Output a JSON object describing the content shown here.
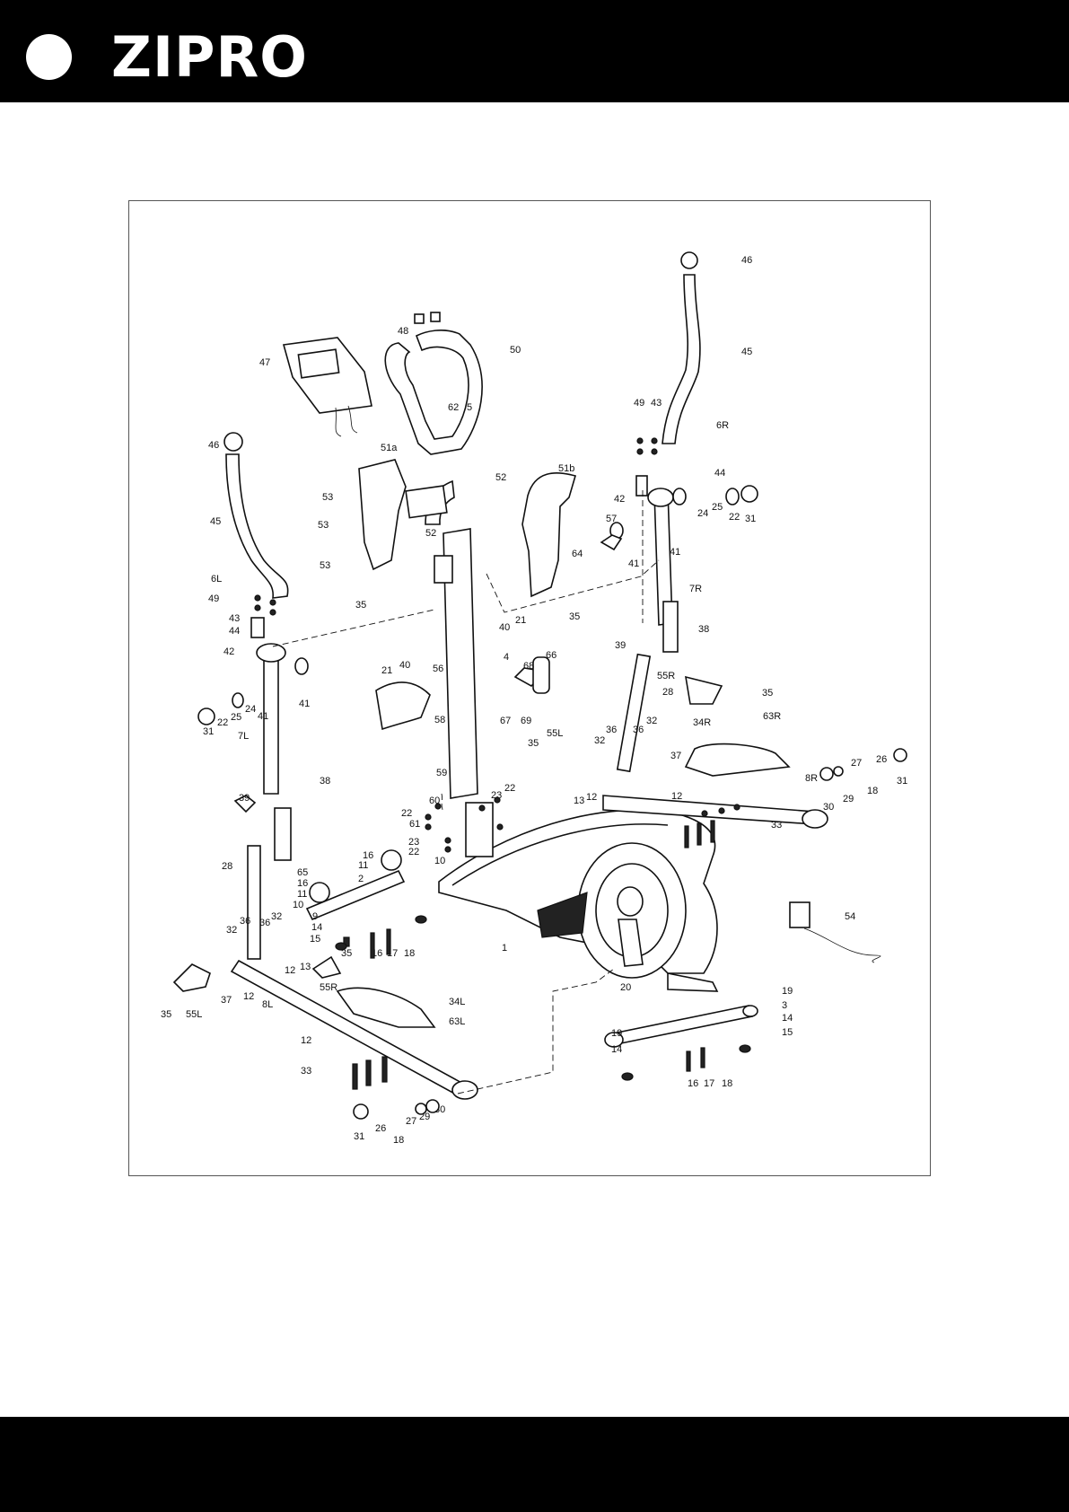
{
  "header": {
    "brand": "ZIPRO"
  },
  "diagram": {
    "labels": {
      "p46a": "46",
      "p45a": "45",
      "p6r": "6R",
      "p49a": "49",
      "p43a": "43",
      "p44a": "44",
      "p48": "48",
      "p50": "50",
      "p47": "47",
      "p62": "62",
      "p5": "5",
      "p46b": "46",
      "p45b": "45",
      "p6l": "6L",
      "p49b": "49",
      "p43b": "43",
      "p44b": "44",
      "p51a": "51a",
      "p51b": "51b",
      "p52a": "52",
      "p52b": "52",
      "p53a": "53",
      "p53b": "53",
      "p53c": "53",
      "p35a": "35",
      "p42a": "42",
      "p42b": "42",
      "p57": "57",
      "p41a": "41",
      "p41b": "41",
      "p24a": "24",
      "p25a": "25",
      "p22a": "22",
      "p31a": "31",
      "p64": "64",
      "p35b": "35",
      "p7r": "7R",
      "p38a": "38",
      "p39a": "39",
      "p40a": "40",
      "p21a": "21",
      "p21b": "21",
      "p40b": "40",
      "p56": "56",
      "p4": "4",
      "p66": "66",
      "p68": "68",
      "p67": "67",
      "p69": "69",
      "p58": "58",
      "p31b": "31",
      "p22b": "22",
      "p25b": "25",
      "p24b": "24",
      "p41c": "41",
      "p41d": "41",
      "p7l": "7L",
      "p39b": "39",
      "p38b": "38",
      "p55ra": "55R",
      "p35c": "35",
      "p28a": "28",
      "p34r": "34R",
      "p63r": "63R",
      "p36a": "36",
      "p32a": "32",
      "p36b": "36",
      "p32b": "32",
      "p37a": "37",
      "p55la": "55L",
      "p35d": "35",
      "p13a": "13",
      "p12a": "12",
      "p8r": "8R",
      "p27a": "27",
      "p26a": "26",
      "p31c": "31",
      "p30a": "30",
      "p29a": "29",
      "p18a": "18",
      "p12b": "12",
      "p33a": "33",
      "p59": "59",
      "p60": "60",
      "p23a": "23",
      "p22c": "22",
      "p22d": "22",
      "p61": "61",
      "p23b": "23",
      "p22e": "22",
      "p10a": "10",
      "p16a": "16",
      "p11a": "11",
      "p28b": "28",
      "p65": "65",
      "p16b": "16",
      "p11b": "11",
      "p10b": "10",
      "p2": "2",
      "p9": "9",
      "p14a": "14",
      "p15a": "15",
      "p16c": "16",
      "p17a": "17",
      "p18b": "18",
      "p1": "1",
      "p54": "54",
      "p36c": "36",
      "p32c": "32",
      "p32d": "32",
      "p36d": "36",
      "p12c": "12",
      "p13b": "13",
      "p35e": "35",
      "p55rb": "55R",
      "p35f": "35",
      "p55lb": "55L",
      "p37b": "37",
      "p12d": "12",
      "p8l": "8L",
      "p34l": "34L",
      "p63l": "63L",
      "p12e": "12",
      "p33b": "33",
      "p20": "20",
      "p19a": "19",
      "p3": "3",
      "p14b": "14",
      "p15b": "15",
      "p19b": "19",
      "p14c": "14",
      "p16d": "16",
      "p17b": "17",
      "p18c": "18",
      "p26b": "26",
      "p27b": "27",
      "p29b": "29",
      "p30b": "30",
      "p31d": "31",
      "p18d": "18"
    }
  }
}
